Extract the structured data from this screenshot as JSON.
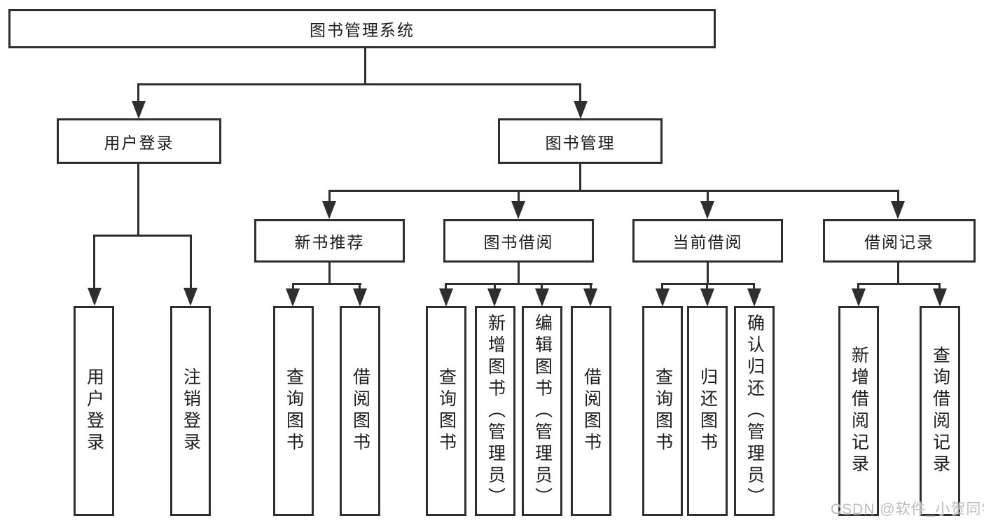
{
  "colors": {
    "line": "#2e2e2e",
    "box_border": "#2e2e2e",
    "text": "#1c1c1c",
    "watermark": "#bcbcbc",
    "background": "#ffffff"
  },
  "tree": {
    "root": "图书管理系统",
    "branches": [
      {
        "label": "用户登录",
        "children": [
          "用户登录",
          "注销登录"
        ]
      },
      {
        "label": "图书管理",
        "groups": [
          {
            "label": "新书推荐",
            "children": [
              "查询图书",
              "借阅图书"
            ]
          },
          {
            "label": "图书借阅",
            "children": [
              "查询图书",
              "新增图书（管理员）",
              "编辑图书（管理员）",
              "借阅图书"
            ]
          },
          {
            "label": "当前借阅",
            "children": [
              "查询图书",
              "归还图书",
              "确认归还（管理员）"
            ]
          },
          {
            "label": "借阅记录",
            "children": [
              "新增借阅记录",
              "查询借阅记录"
            ]
          }
        ]
      }
    ]
  },
  "watermark": "CSDN @软件_小贺同学"
}
